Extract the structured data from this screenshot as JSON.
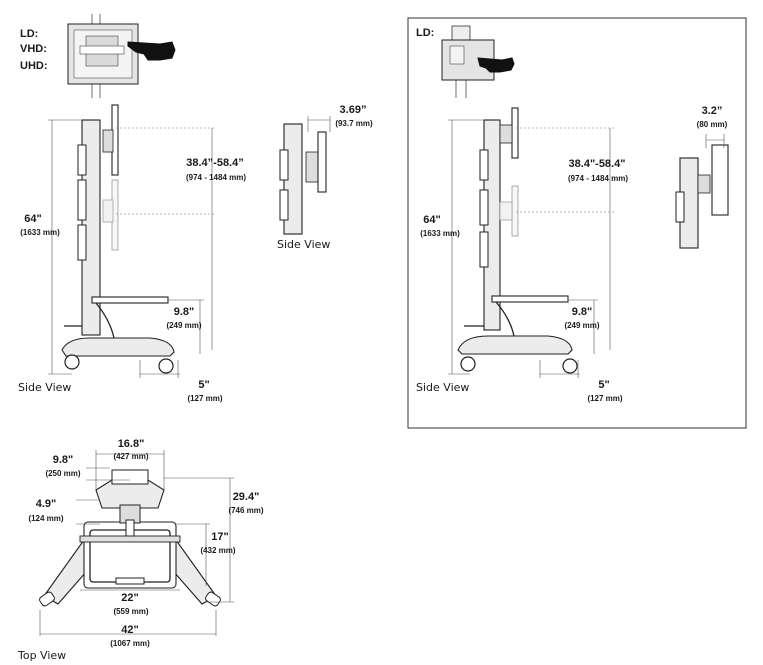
{
  "left_panel": {
    "options": [
      "LD:",
      "VHD:",
      "UHD:"
    ],
    "height_total": {
      "value": "64\"",
      "metric": "(1633 mm)"
    },
    "height_range": {
      "value": "38.4”-58.4”",
      "metric": "(974 - 1484 mm)"
    },
    "offset_depth": {
      "value": "9.8\"",
      "metric": "(249 mm)"
    },
    "base_offset": {
      "value": "5\"",
      "metric": "(127 mm)"
    },
    "side_view_label": "Side View",
    "detail": {
      "value": "3.69”",
      "metric": "(93.7 mm)",
      "label": "Side View"
    }
  },
  "right_panel": {
    "options": [
      "LD:"
    ],
    "height_total": {
      "value": "64\"",
      "metric": "(1633 mm)"
    },
    "height_range": {
      "value": "38.4\"-58.4\"",
      "metric": "(974 - 1484 mm)"
    },
    "offset_depth": {
      "value": "9.8\"",
      "metric": "(249 mm)"
    },
    "base_offset": {
      "value": "5\"",
      "metric": "(127 mm)"
    },
    "side_view_label": "Side View",
    "detail": {
      "value": "3.2”",
      "metric": "(80 mm)"
    }
  },
  "top_view": {
    "label": "Top View",
    "width_top": {
      "value": "16.8\"",
      "metric": "(427 mm)"
    },
    "width_offset": {
      "value": "9.8\"",
      "metric": "(250 mm)"
    },
    "depth_small": {
      "value": "4.9\"",
      "metric": "(124 mm)"
    },
    "depth_total": {
      "value": "29.4\"",
      "metric": "(746 mm)"
    },
    "depth_mid": {
      "value": "17\"",
      "metric": "(432 mm)"
    },
    "width_inner": {
      "value": "22\"",
      "metric": "(559 mm)"
    },
    "width_base": {
      "value": "42\"",
      "metric": "(1067 mm)"
    }
  }
}
